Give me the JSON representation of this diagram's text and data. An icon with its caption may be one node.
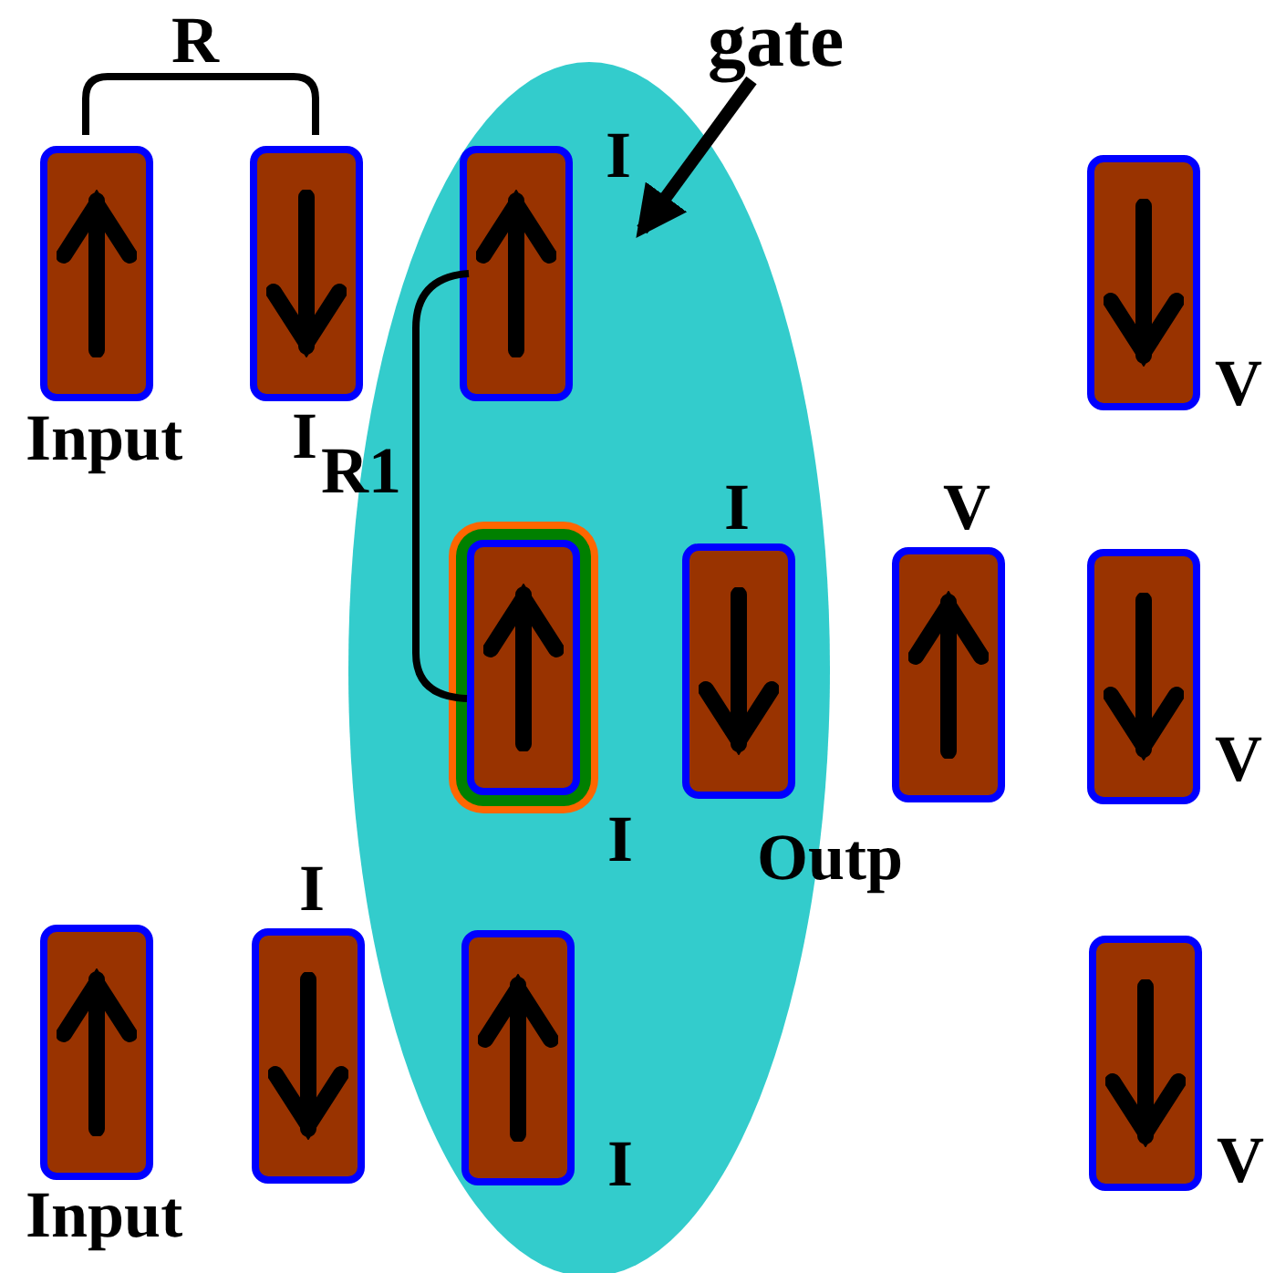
{
  "diagram": {
    "nodes": [
      {
        "text": [
          "gate"
        ]
      },
      {
        "text": [],
        "shape": "ellipse"
      },
      {
        "text": [],
        "shape": "box",
        "beside": [
          "Input"
        ]
      },
      {
        "text": [],
        "shape": "box",
        "beside": [
          "I"
        ]
      },
      {
        "text": [],
        "shape": "box",
        "in": 1,
        "beside": [
          "I"
        ]
      },
      {
        "text": [],
        "shape": "box",
        "beside": [
          "V"
        ]
      },
      {
        "text": [],
        "shape": "box",
        "in": 1,
        "beside": [
          "I"
        ]
      },
      {
        "text": [],
        "shape": "box",
        "in": 1,
        "beside": [
          "I"
        ]
      },
      {
        "text": [],
        "shape": "box",
        "beside": [
          "V"
        ]
      },
      {
        "text": [],
        "shape": "box",
        "beside": [
          "V"
        ]
      },
      {
        "text": [],
        "shape": "box",
        "beside": [
          "Input"
        ]
      },
      {
        "text": [],
        "shape": "box",
        "beside": [
          "I"
        ]
      },
      {
        "text": [],
        "shape": "box",
        "in": 1,
        "beside": [
          "I"
        ]
      },
      {
        "text": [],
        "shape": "box",
        "beside": [
          "V"
        ]
      }
    ],
    "edges": [
      {
        "from": 0,
        "to": 1,
        "arrow": "to"
      }
    ],
    "labels": [
      "R",
      "R1",
      "Outp"
    ]
  }
}
